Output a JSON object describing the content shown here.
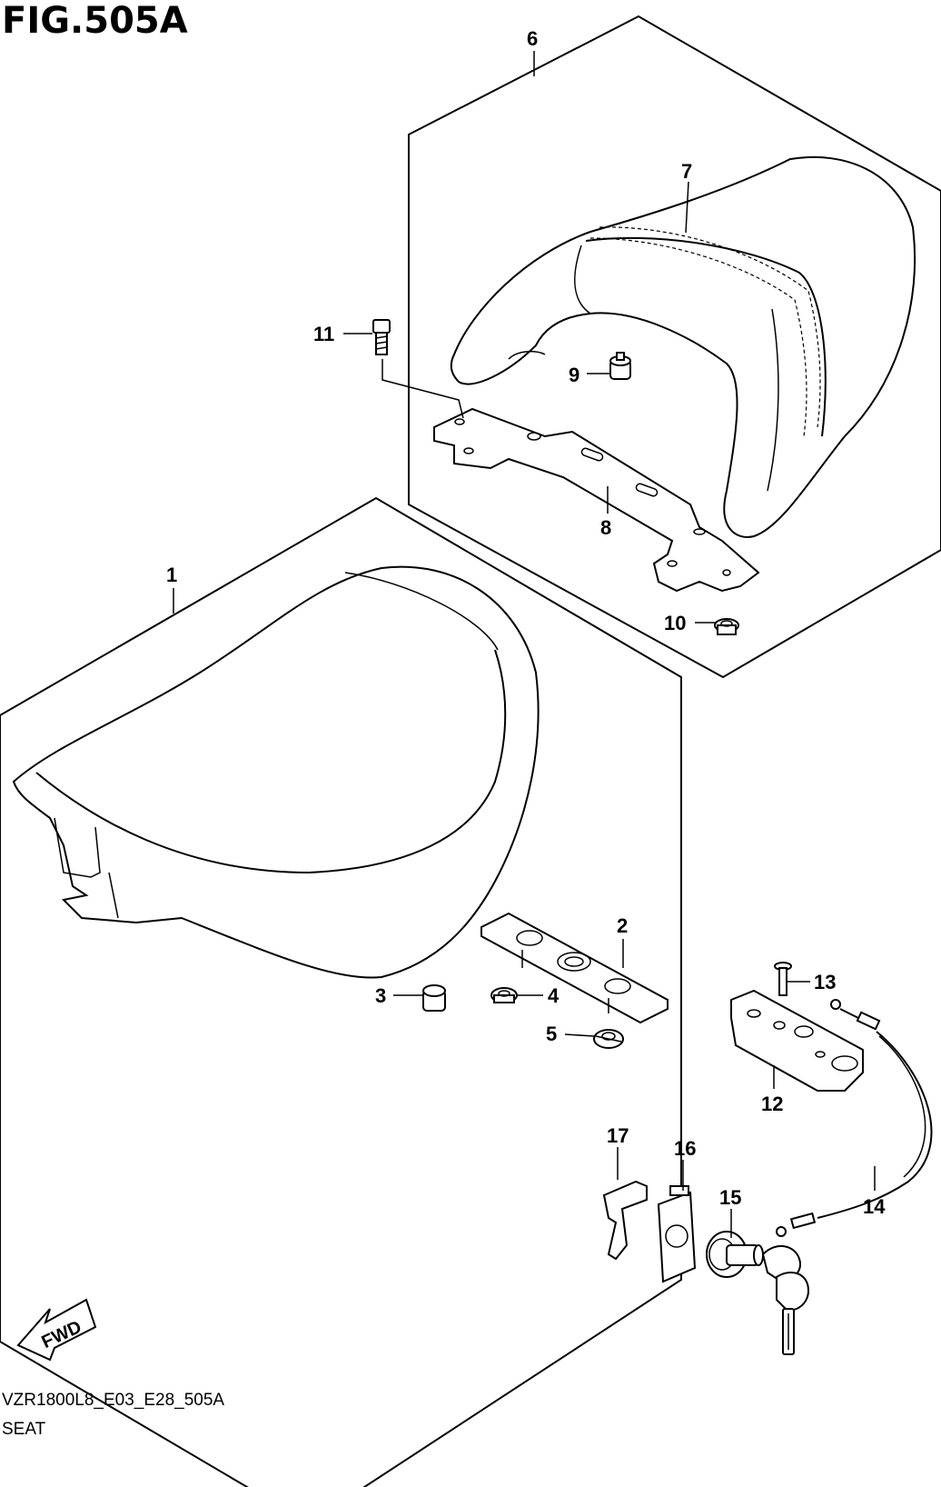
{
  "title": "FIG.505A",
  "footer": {
    "code": "VZR1800L8_E03_E28_505A",
    "name": "SEAT"
  },
  "direction_label": "FWD",
  "callouts": {
    "p1": "1",
    "p2": "2",
    "p3": "3",
    "p4": "4",
    "p5": "5",
    "p6": "6",
    "p7": "7",
    "p8": "8",
    "p9": "9",
    "p10": "10",
    "p11": "11",
    "p12": "12",
    "p13": "13",
    "p14": "14",
    "p15": "15",
    "p16": "16",
    "p17": "17"
  }
}
